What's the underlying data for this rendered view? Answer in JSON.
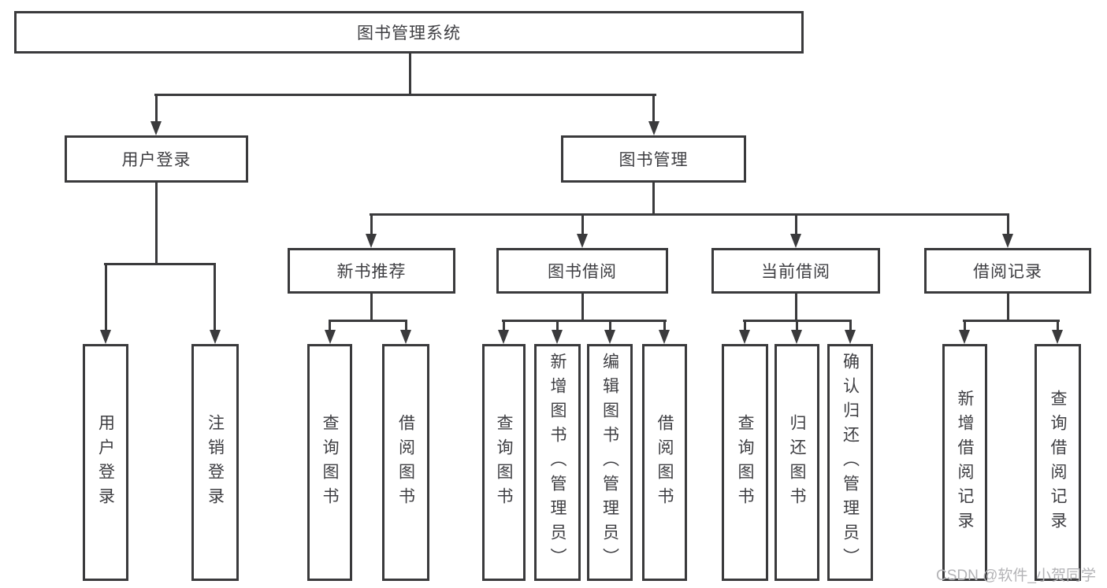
{
  "diagram": {
    "type": "hierarchy-tree",
    "watermark": "CSDN @软件_小贺同学",
    "colors": {
      "background": "#ffffff",
      "line": "#3a3a3c",
      "text": "#3e3e42",
      "box_fill": "#ffffff",
      "watermark": "#b3b3b6"
    }
  },
  "nodes": {
    "root": {
      "label": "图书管理系统"
    },
    "level2": [
      {
        "label": "用户登录",
        "parent": "图书管理系统"
      },
      {
        "label": "图书管理",
        "parent": "图书管理系统"
      }
    ],
    "level3": [
      {
        "label": "新书推荐",
        "parent": "图书管理"
      },
      {
        "label": "图书借阅",
        "parent": "图书管理"
      },
      {
        "label": "当前借阅",
        "parent": "图书管理"
      },
      {
        "label": "借阅记录",
        "parent": "图书管理"
      }
    ],
    "leaves": [
      {
        "label": "用户登录",
        "parent": "用户登录"
      },
      {
        "label": "注销登录",
        "parent": "用户登录"
      },
      {
        "label": "查询图书",
        "parent": "新书推荐"
      },
      {
        "label": "借阅图书",
        "parent": "新书推荐"
      },
      {
        "label": "查询图书",
        "parent": "图书借阅"
      },
      {
        "label": "新增图书（管理员）",
        "parent": "图书借阅"
      },
      {
        "label": "编辑图书（管理员）",
        "parent": "图书借阅"
      },
      {
        "label": "借阅图书",
        "parent": "图书借阅"
      },
      {
        "label": "查询图书",
        "parent": "当前借阅"
      },
      {
        "label": "归还图书",
        "parent": "当前借阅"
      },
      {
        "label": "确认归还（管理员）",
        "parent": "当前借阅"
      },
      {
        "label": "新增借阅记录",
        "parent": "借阅记录"
      },
      {
        "label": "查询借阅记录",
        "parent": "借阅记录"
      }
    ]
  }
}
